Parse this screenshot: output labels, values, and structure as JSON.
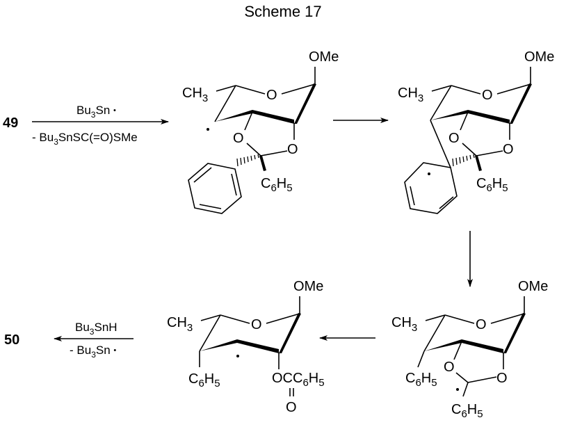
{
  "title": "Scheme 17",
  "compounds": {
    "start": "49",
    "end": "50"
  },
  "arrows": {
    "step1": {
      "above": [
        "Bu",
        "3",
        "Sn ",
        "•"
      ],
      "below": [
        "- Bu",
        "3",
        "SnSC(=O)SMe"
      ]
    },
    "step4": {
      "above": [
        "Bu",
        "3",
        "SnH"
      ],
      "below": [
        "- Bu",
        "3",
        "Sn ",
        "•"
      ]
    }
  },
  "labels": {
    "ome": "OMe",
    "ch3": [
      "CH",
      "3"
    ],
    "o": "O",
    "c6h5": [
      "C",
      "6",
      "H",
      "5"
    ],
    "occ6h5": [
      "OCC",
      "6",
      "H",
      "5"
    ],
    "radical": "•"
  }
}
